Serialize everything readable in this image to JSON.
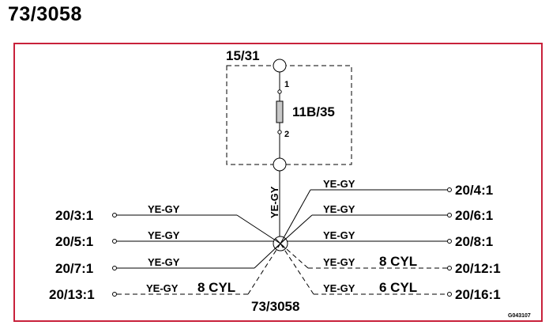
{
  "title": "73/3058",
  "top_connector": "15/31",
  "fuse_label": "11B/35",
  "pin_1": "1",
  "pin_2": "2",
  "center_label": "73/3058",
  "vertical_wire": "YE-GY",
  "left_connectors": [
    "20/3:1",
    "20/5:1",
    "20/7:1",
    "20/13:1"
  ],
  "right_connectors": [
    "20/4:1",
    "20/6:1",
    "20/8:1",
    "20/12:1",
    "20/16:1"
  ],
  "left_wires": [
    "YE-GY",
    "YE-GY",
    "YE-GY",
    "YE-GY"
  ],
  "right_wires": [
    "YE-GY",
    "YE-GY",
    "YE-GY",
    "YE-GY",
    "YE-GY"
  ],
  "cyl_left": "8 CYL",
  "cyl_right_12": "8 CYL",
  "cyl_right_16": "6 CYL",
  "figure_code": "G043107",
  "colors": {
    "frame": "#c8213b",
    "line": "#000000",
    "fuse_fill": "#c8c8c8"
  }
}
